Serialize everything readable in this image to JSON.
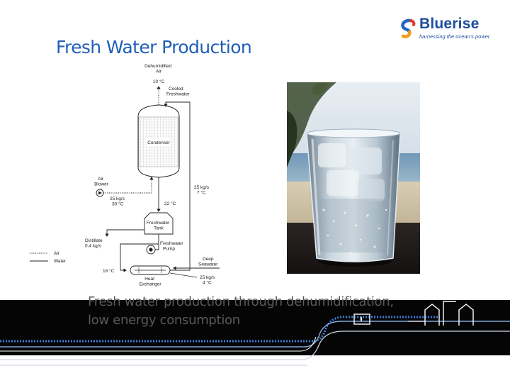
{
  "slide": {
    "title": "Fresh Water Production",
    "caption": [
      "Fresh water production through dehumidification,",
      "low energy consumption"
    ]
  },
  "logo": {
    "name": "Bluerise",
    "tagline": "harnessing the ocean's power",
    "icon": "bluerise-swirl-logo",
    "colors": {
      "text": "#1d4f9c",
      "blue": "#1f66c9",
      "orange": "#f39a1e",
      "red": "#e03a2a"
    }
  },
  "diagram": {
    "dehumidified_air": [
      "Dehumidified",
      "Air"
    ],
    "dehumidified_air_temp": "10 °C",
    "cooled_freshwater": [
      "Cooled",
      "Freshwater"
    ],
    "condenser": "Condenser",
    "air_blower": [
      "Air",
      "Blower"
    ],
    "air_flow": "25 kg/s",
    "air_temp": "30 °C",
    "condensate_temp": "22 °C",
    "return_flow": "25 kg/s",
    "return_temp": "7 °C",
    "freshwater_tank": [
      "Freshwater",
      "Tank"
    ],
    "distillate": [
      "Distillate",
      "0.4 kg/s"
    ],
    "freshwater_pump": [
      "Freshwater",
      "Pump"
    ],
    "deep_seawater": [
      "Deep",
      "Seawater"
    ],
    "heat_exchanger_temp": "18 °C",
    "heat_exchanger": [
      "Heat",
      "Exchanger"
    ],
    "seawater_flow": "25 kg/s",
    "seawater_temp": "4 °C",
    "legend_air": "Air",
    "legend_water": "Water"
  },
  "theme": {
    "title_color": "#1f5fb8",
    "caption_color": "#5a5a5a",
    "band_color": "#050505",
    "wave_color": "#3f7fd6"
  }
}
